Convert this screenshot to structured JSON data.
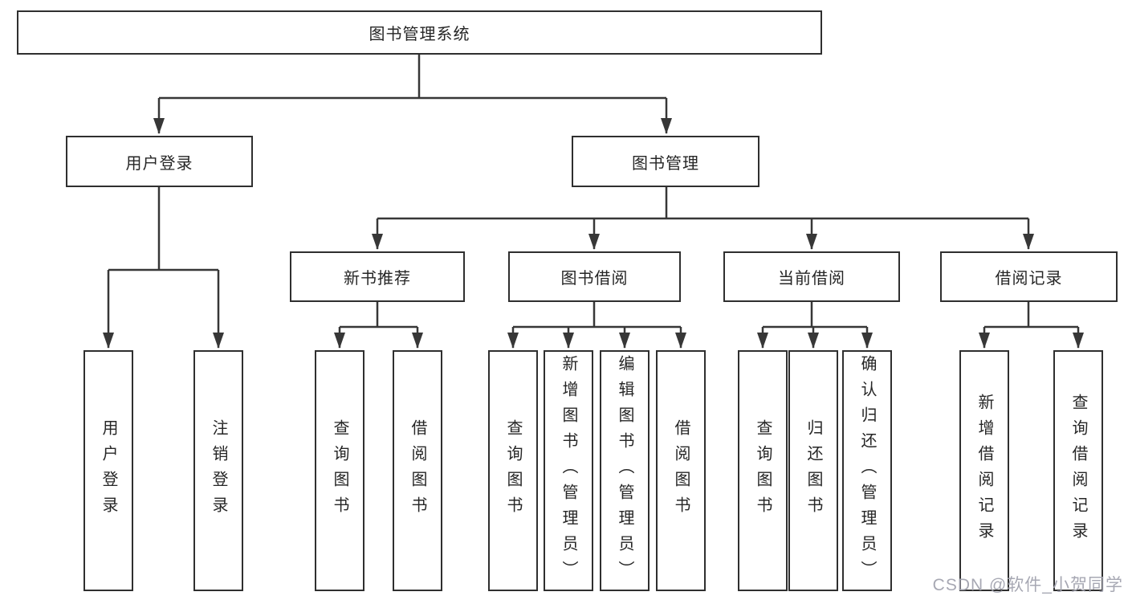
{
  "diagram": {
    "root": "图书管理系统",
    "level1": {
      "user_login": "用户登录",
      "book_mgmt": "图书管理"
    },
    "level2": {
      "new_books": "新书推荐",
      "borrowing": "图书借阅",
      "current": "当前借阅",
      "records": "借阅记录"
    },
    "leaves": {
      "login": "用户登录",
      "logout": "注销登录",
      "nb_query": "查询图书",
      "nb_borrow": "借阅图书",
      "bw_query": "查询图书",
      "bw_add": "新增图书（管理员）",
      "bw_edit": "编辑图书（管理员）",
      "bw_borrow": "借阅图书",
      "cur_query": "查询图书",
      "cur_return": "归还图书",
      "cur_confirm": "确认归还（管理员）",
      "rec_add": "新增借阅记录",
      "rec_query": "查询借阅记录"
    },
    "watermark": "CSDN @软件_小贺同学",
    "colors": {
      "line": "#373737",
      "border": "#2f2f2f",
      "text": "#262626",
      "watermark": "#a2a3af"
    }
  }
}
